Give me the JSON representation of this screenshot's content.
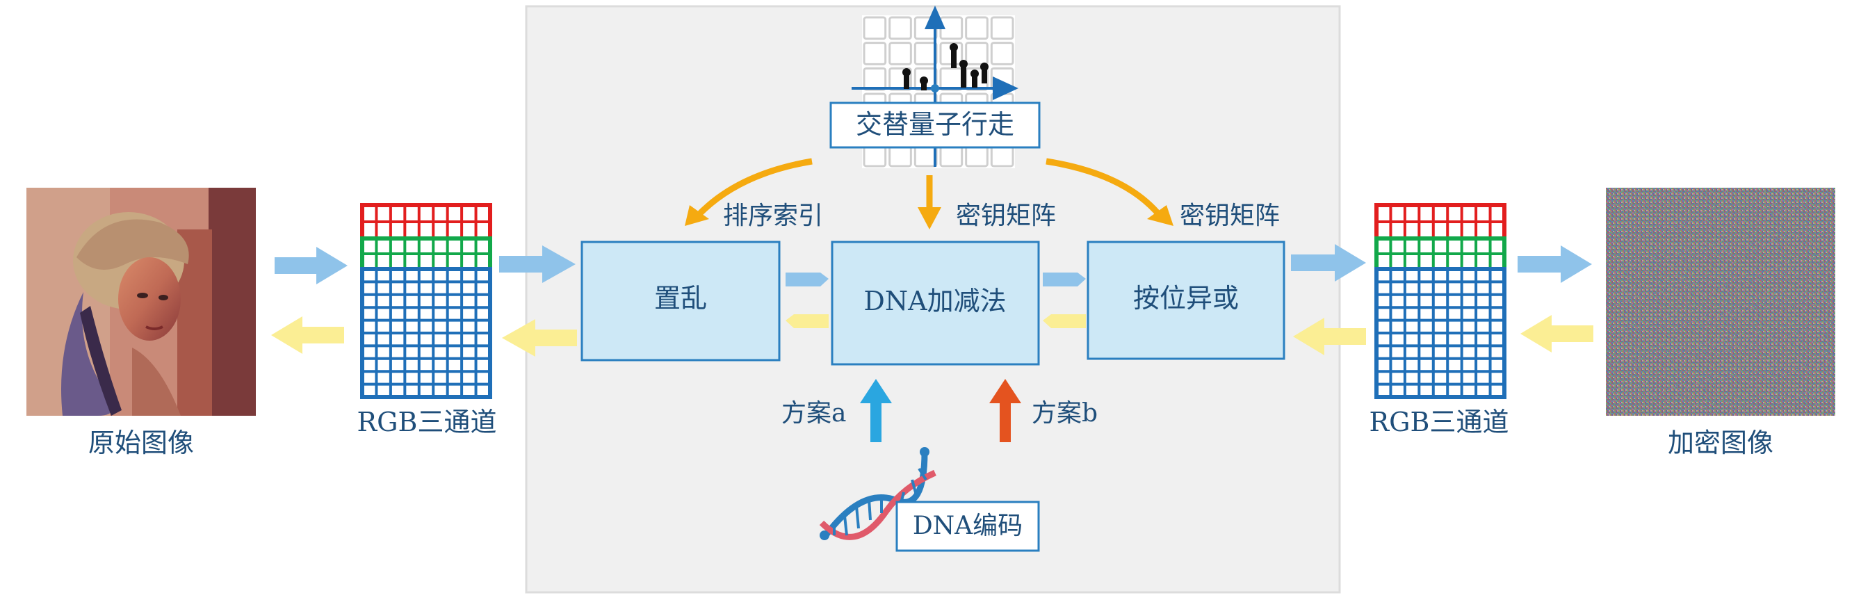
{
  "colors": {
    "panel_fill": "#f0f0f0",
    "panel_stroke": "#dcdcdc",
    "box_fill": "#cde8f6",
    "box_stroke": "#2a7fc0",
    "text": "#1f4e7a",
    "arrow_forward": "#8fc3ea",
    "arrow_backward": "#fbee94",
    "arrow_key": "#f5aa10",
    "arrow_scheme_a": "#2aa6e0",
    "arrow_scheme_b": "#e4531f",
    "grid_red": "#e21e1e",
    "grid_green": "#12a84a",
    "grid_blue": "#1f6fb8"
  },
  "icons": {
    "original_image": "portrait-photo",
    "encrypted_image": "noise-image",
    "quantum_walk": "quantum-walk-grid",
    "dna": "dna-helix-icon"
  },
  "labels": {
    "original_image": "原始图像",
    "rgb_left": "RGB三通道",
    "rgb_right": "RGB三通道",
    "encrypted_image": "加密图像",
    "quantum_walk": "交替量子行走",
    "permutation": "置乱",
    "dna_arith": "DNA加减法",
    "xor": "按位异或",
    "sort_index": "排序索引",
    "key_matrix_1": "密钥矩阵",
    "key_matrix_2": "密钥矩阵",
    "scheme_a": "方案a",
    "scheme_b": "方案b",
    "dna_encoding": "DNA编码"
  }
}
